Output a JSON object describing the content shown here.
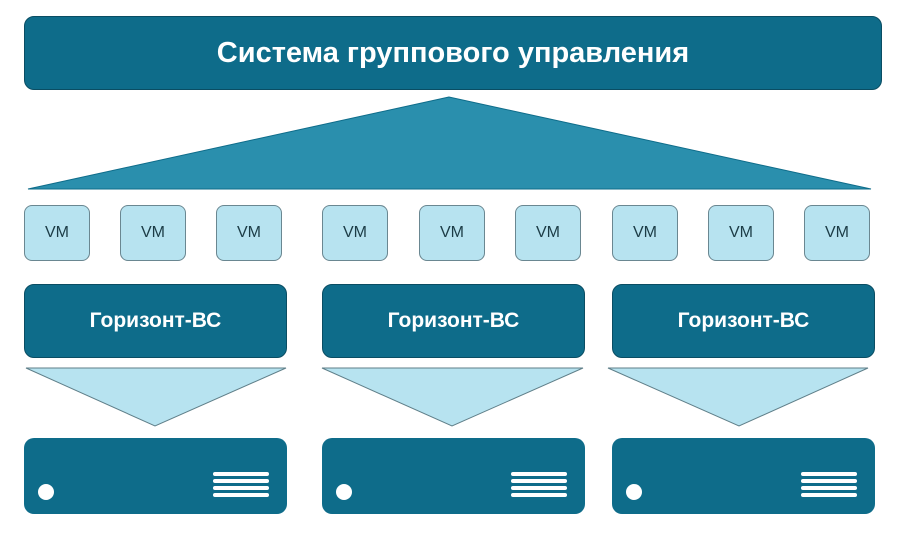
{
  "title": "Система группового управления",
  "vm_label": "VM",
  "hypervisor_label": "Горизонт-ВС",
  "groups": [
    {
      "vms": [
        "VM",
        "VM",
        "VM"
      ],
      "hypervisor": "Горизонт-ВС"
    },
    {
      "vms": [
        "VM",
        "VM",
        "VM"
      ],
      "hypervisor": "Горизонт-ВС"
    },
    {
      "vms": [
        "VM",
        "VM",
        "VM"
      ],
      "hypervisor": "Горизонт-ВС"
    }
  ],
  "colors": {
    "primary": "#0e6c8a",
    "mid": "#2a8fad",
    "light": "#b7e3f0",
    "white": "#ffffff"
  }
}
